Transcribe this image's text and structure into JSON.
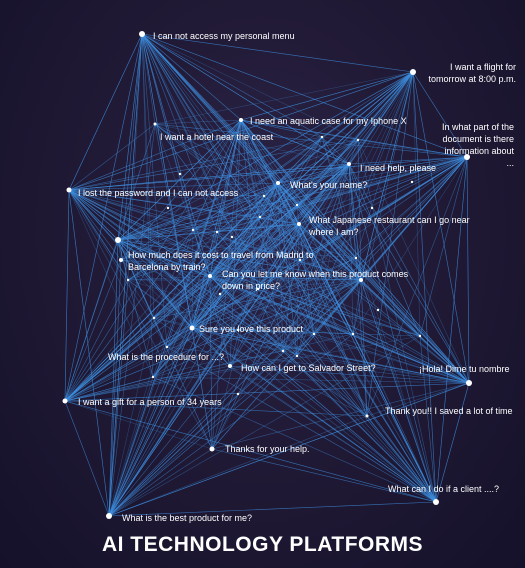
{
  "title": "AI TECHNOLOGY PLATFORMS",
  "colors": {
    "edge": "#3f8fe0",
    "node": "#ffffff",
    "background": "#211a36"
  },
  "phrases": [
    "I can not access my personal menu",
    "I want a flight for\ntomorrow at 8:00 p.m.",
    "I need an aquatic case for my Iphone X",
    "I want a hotel near the coast",
    "In what part of the\ndocument is there\ninformation about\n...",
    "I need help, please",
    "What's your name?",
    "I lost the password and I can not access",
    "What Japanese restaurant can I go near\nwhere I am?",
    "How much does it cost to travel from Madrid to\nBarcelona by train?",
    "Can you let me know when this product comes\ndown in price?",
    "Sure you love this product",
    "What is the procedure for ...?",
    "How can I get to Salvador Street?",
    "¡Hola! Dime tu nombre",
    "I want a gift for a person of 34 years",
    "Thank you!! I saved a lot of time",
    "Thanks for your help.",
    "What can I do if a client ....?",
    "What is the best product for me?"
  ]
}
